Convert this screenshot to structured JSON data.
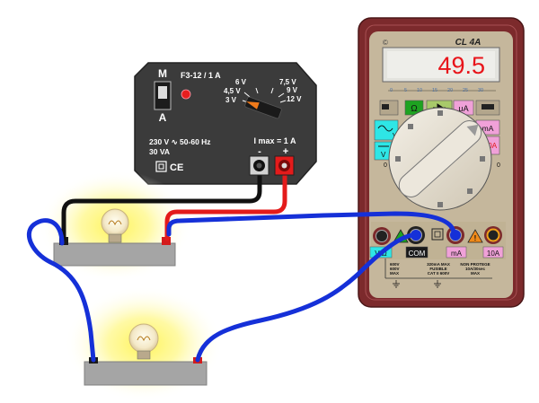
{
  "power_supply": {
    "mode_top": "M",
    "mode_bottom": "A",
    "model": "F3-12 / 1 A",
    "voltages": [
      "3 V",
      "4,5 V",
      "6 V",
      "7,5 V",
      "9 V",
      "12 V"
    ],
    "rating_line1": "230 V ∿ 50-60 Hz",
    "rating_line2": "30 VA",
    "ce_mark": "CE",
    "imax": "I max = 1 A",
    "minus": "-",
    "plus": "+"
  },
  "multimeter": {
    "model": "CL 4A",
    "display_value": "49.5",
    "scale_ticks": [
      "0",
      "5",
      "10",
      "15",
      "20",
      "25",
      "30"
    ],
    "ranges": {
      "ohm": "Ω",
      "uA": "μA",
      "mA": "mA",
      "tenA": "10A",
      "v_ac": "V",
      "v_dc": "V",
      "off_left": "0",
      "off_right": "0"
    },
    "terminals": {
      "vohm": "V Ω",
      "com": "COM",
      "ma": "mA",
      "tena": "10A"
    },
    "spec_left": [
      "600V",
      "600V",
      "MAX"
    ],
    "spec_mid": [
      "320mA MAX",
      "FUSIBLE",
      "CAT II 600V"
    ],
    "spec_right": [
      "NON PROTEGE",
      "10A/30sec",
      "MAX"
    ]
  },
  "colors": {
    "meter_body": "#7c2a2c",
    "meter_face": "#c5b79c",
    "display_digits": "#e8141a",
    "wire_blue": "#1530d8",
    "wire_red": "#e41b1b",
    "wire_black": "#111111",
    "psu_body": "#3a3a3a",
    "cyan_range": "#2ee6e6",
    "green_range": "#1ea321",
    "pink_range": "#f0a1d8"
  }
}
